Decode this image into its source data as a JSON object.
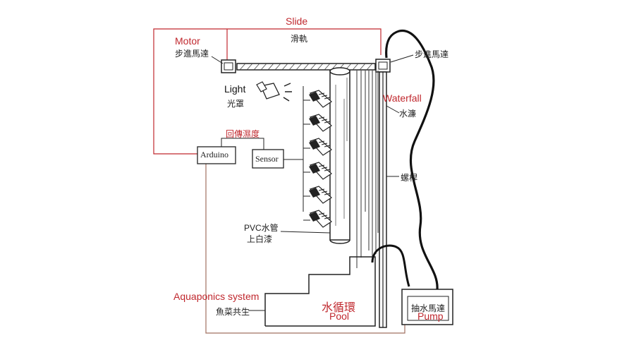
{
  "labels": {
    "slide_en": "Slide",
    "slide_zh": "滑軌",
    "motor_en": "Motor",
    "motor_zh": "步進馬達",
    "motor_right_zh": "步進馬達",
    "light_en": "Light",
    "light_zh": "光罩",
    "waterfall_en": "Waterfall",
    "waterfall_zh": "水濂",
    "feedback_zh": "回傳濕度",
    "arduino": "Arduino",
    "sensor": "Sensor",
    "screw_zh": "螺桿",
    "pvc_line1": "PVC水管",
    "pvc_line2": "上白漆",
    "aquaponics_en": "Aquaponics system",
    "aquaponics_zh": "魚菜共生",
    "cycle_zh": "水循環",
    "pool_en": "Pool",
    "pump_zh": "抽水馬達",
    "pump_en": "Pump"
  },
  "colors": {
    "english_labels": "#c0282e",
    "feedback_wire": "#c0282e",
    "lines": "#222222",
    "ground_wire": "#a07060"
  },
  "plant_holder_count": 6
}
